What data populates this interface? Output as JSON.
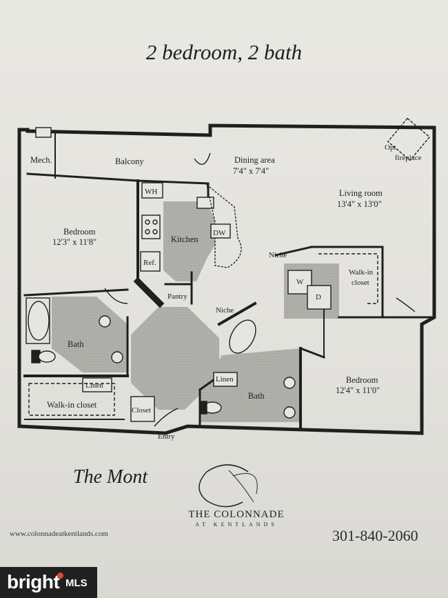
{
  "title": "2 bedroom, 2 bath",
  "rooms": {
    "mech": "Mech.",
    "balcony": "Balcony",
    "dining_name": "Dining area",
    "dining_dim": "7'4\" x 7'4\"",
    "fireplace_1": "Opt.",
    "fireplace_2": "fireplace",
    "living_name": "Living room",
    "living_dim": "13'4\" x 13'0\"",
    "wh": "WH",
    "kitchen": "Kitchen",
    "dw": "DW",
    "ref": "Ref.",
    "bed1_name": "Bedroom",
    "bed1_dim": "12'3\" x 11'8\"",
    "pantry": "Pantry",
    "niche_upper": "Niche",
    "niche_lower": "Niche",
    "washer": "W",
    "dryer": "D",
    "walkin2_1": "Walk-in",
    "walkin2_2": "closet",
    "bath1": "Bath",
    "linen1": "Linen",
    "walkin1": "Walk-in closet",
    "closet": "Closet",
    "entry": "Entry",
    "linen2": "Linen",
    "bath2": "Bath",
    "bed2_name": "Bedroom",
    "bed2_dim": "12'4\" x 11'0\""
  },
  "footer": {
    "model": "The Mont",
    "brand": "THE COLONNADE",
    "brand_sub": "AT KENTLANDS",
    "url": "www.colonnadeatkentlands.com",
    "phone": "301-840-2060"
  },
  "badge": {
    "brand": "bright",
    "mls": "MLS"
  },
  "colors": {
    "wall": "#1f1f1f",
    "tile": "#a9a8a3",
    "paper": "#e6e5e0",
    "badge_dot": "#e0463a"
  }
}
